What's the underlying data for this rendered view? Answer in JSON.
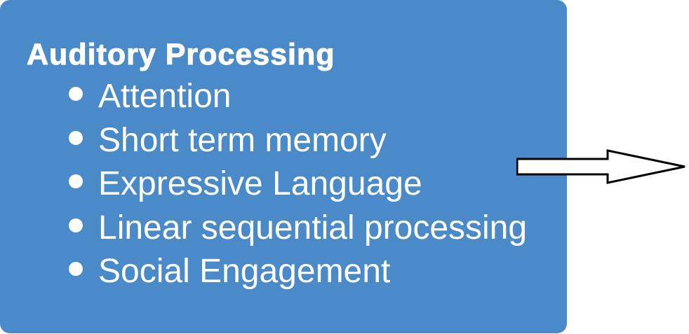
{
  "colors": {
    "panel_fill": "#4a8ac8",
    "text": "#ffffff",
    "arrow_fill": "#ffffff",
    "arrow_stroke": "#000000"
  },
  "panel": {
    "title": "Auditory Processing",
    "items": [
      "Attention",
      "Short term memory",
      "Expressive Language",
      "Linear sequential processing",
      "Social Engagement"
    ]
  },
  "icons": {
    "connector": "right-arrow-icon",
    "bullet": "bullet-dot-icon"
  }
}
